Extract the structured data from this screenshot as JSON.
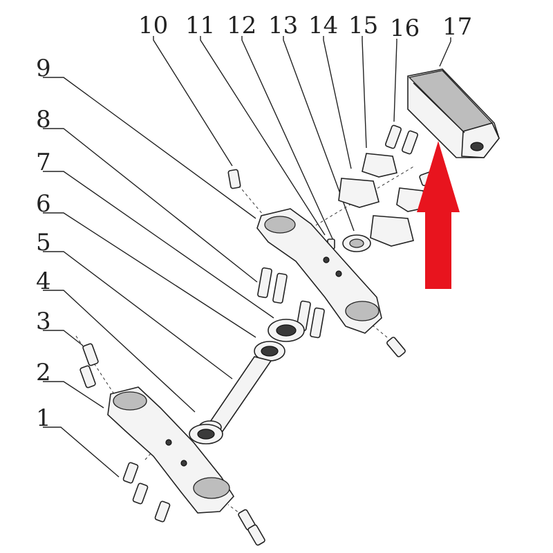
{
  "callouts": [
    "1",
    "2",
    "3",
    "4",
    "5",
    "6",
    "7",
    "8",
    "9",
    "10",
    "11",
    "12",
    "13",
    "14",
    "15",
    "16",
    "17"
  ],
  "accent_color": "#e8141e",
  "highlight": {
    "icon": "red-up-arrow-icon",
    "target_part": "17"
  }
}
